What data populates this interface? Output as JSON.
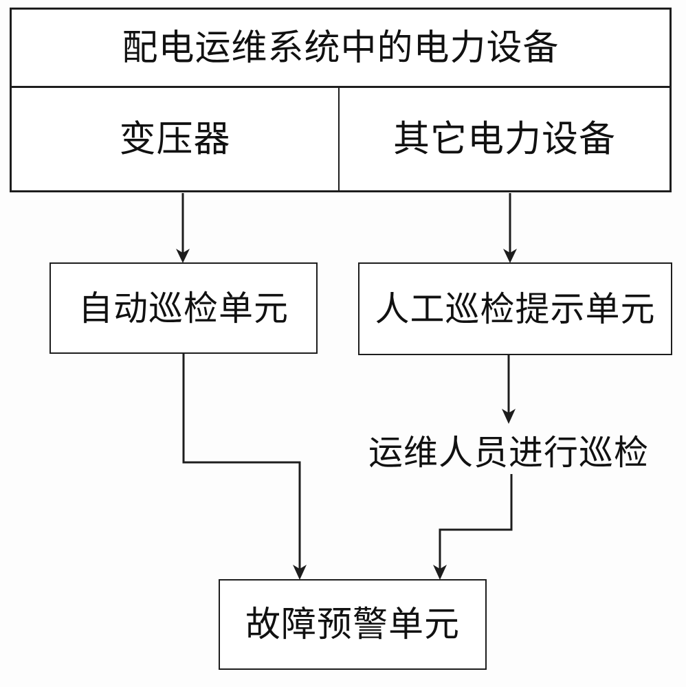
{
  "diagram": {
    "title": "配电运维系统中的电力设备",
    "container": {
      "header_label": "配电运维系统中的电力设备",
      "cells": [
        {
          "label": "变压器"
        },
        {
          "label": "其它电力设备"
        }
      ]
    },
    "nodes": [
      {
        "id": "auto-inspect",
        "label": "自动巡检单元"
      },
      {
        "id": "manual-prompt",
        "label": "人工巡检提示单元"
      },
      {
        "id": "staff-inspection",
        "label": "运维人员进行巡检"
      },
      {
        "id": "fault-alarm",
        "label": "故障预警单元"
      }
    ],
    "colors": {
      "stroke": "#1d1d1d",
      "background": "#ffffff",
      "text": "#111111"
    },
    "edges": [
      {
        "from": "变压器",
        "to": "自动巡检单元",
        "style": "arrow-down"
      },
      {
        "from": "其它电力设备",
        "to": "人工巡检提示单元",
        "style": "arrow-down"
      },
      {
        "from": "人工巡检提示单元",
        "to": "运维人员进行巡检",
        "style": "arrow-down"
      },
      {
        "from": "自动巡检单元",
        "to": "故障预警单元",
        "style": "elbow-right-down-arrow"
      },
      {
        "from": "运维人员进行巡检",
        "to": "故障预警单元",
        "style": "elbow-left-down-arrow"
      }
    ]
  }
}
